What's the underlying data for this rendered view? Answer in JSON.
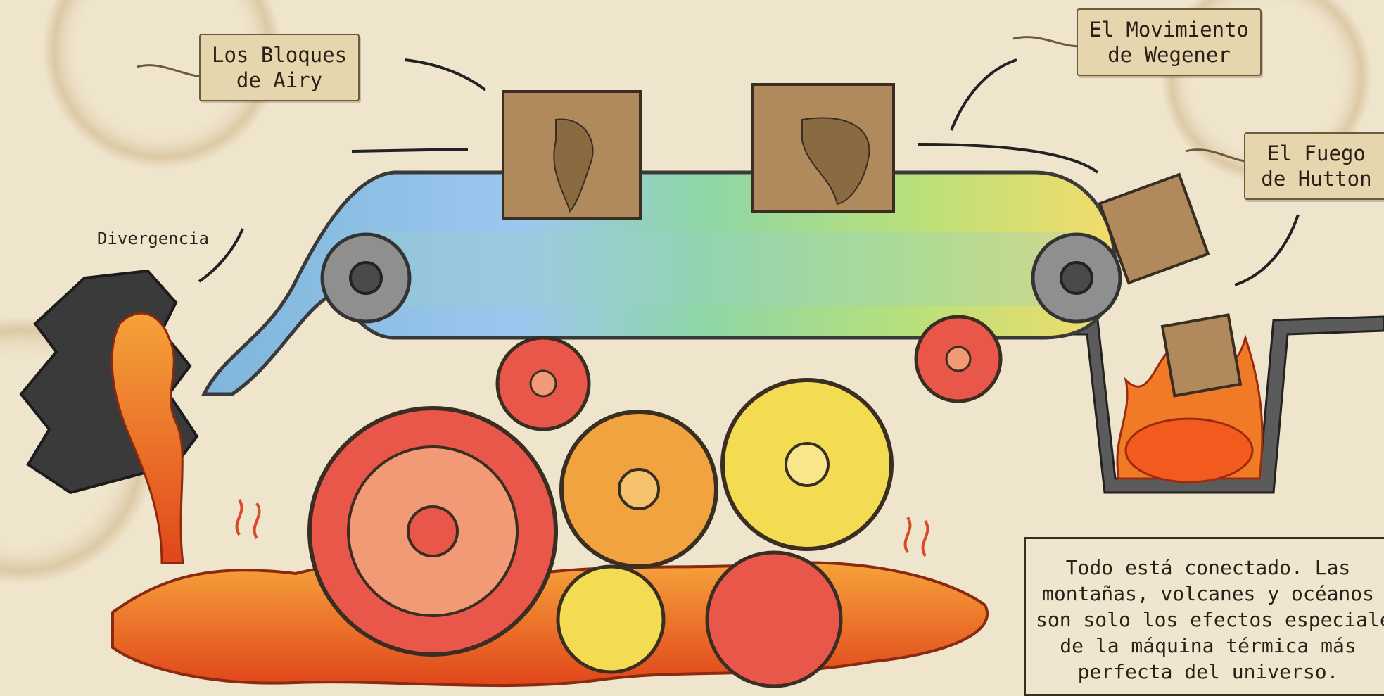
{
  "tags": {
    "airy": [
      "Los Bloques",
      "de Airy"
    ],
    "wegener": [
      "El Movimiento",
      "de Wegener"
    ],
    "hutton": [
      "El Fuego",
      "de Hutton"
    ]
  },
  "divergence_label": "Divergencia",
  "note_lines": [
    "Todo está conectado. Las",
    "montañas, volcanes y océanos",
    "son solo los efectos especiales",
    "de la máquina térmica más",
    "perfecta del universo."
  ],
  "colors": {
    "paper": "#efe4cc",
    "lava": "#ee6a1f",
    "belt_blue": "#8fc6e6",
    "belt_green": "#8fd2a0",
    "belt_yellow": "#f0dd73",
    "gear_red": "#e8574a",
    "gear_orange": "#f0a33e",
    "gear_yellow": "#f4dc52",
    "box": "#b08a5c"
  },
  "icons": [
    "cardboard-box-icon",
    "gear-icon",
    "flame-icon",
    "price-tag-icon"
  ]
}
